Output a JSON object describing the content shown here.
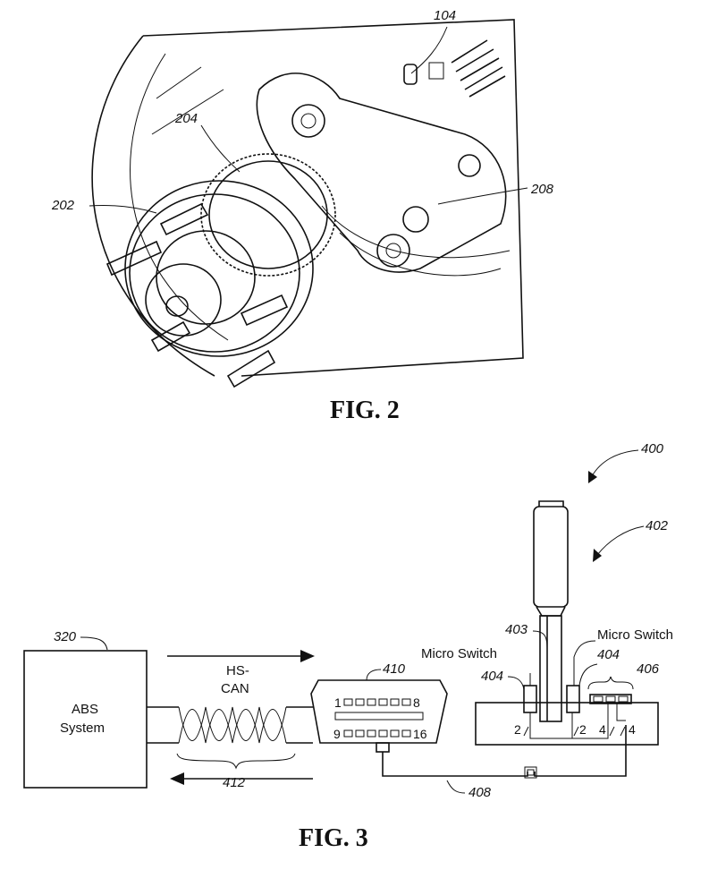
{
  "fig2": {
    "caption": "FIG. 2",
    "labels": {
      "hub": "202",
      "tone_ring": "204",
      "knuckle": "208",
      "sensor": "104"
    }
  },
  "fig3": {
    "caption": "FIG. 3",
    "labels": {
      "system_ref": "400",
      "strut_ref": "402",
      "rod_ref": "403",
      "switch_ref_left": "404",
      "switch_ref_right": "404",
      "connector_ref": "406",
      "wire_ref": "408",
      "obd_ref": "410",
      "twisted_pair_ref": "412",
      "abs_ref": "320"
    },
    "abs_box": {
      "line1": "ABS",
      "line2": "System"
    },
    "bus": {
      "line1": "HS-",
      "line2": "CAN"
    },
    "switches": {
      "left": "Micro Switch",
      "right": "Micro Switch"
    },
    "obd_pins": {
      "p1": "1",
      "p8": "8",
      "p9": "9",
      "p16": "16"
    },
    "wire_pins": {
      "a": "2",
      "b": "2",
      "c": "4",
      "d": "4"
    }
  }
}
